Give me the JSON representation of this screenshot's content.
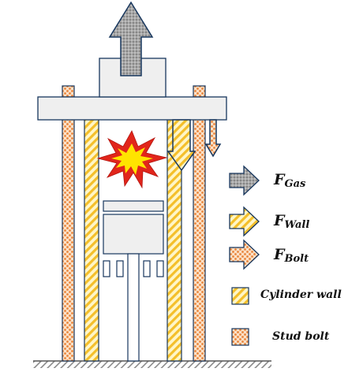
{
  "legend": {
    "f_gas": {
      "main": "F",
      "sub": "Gas"
    },
    "f_wall": {
      "main": "F",
      "sub": "Wall"
    },
    "f_bolt": {
      "main": "F",
      "sub": "Bolt"
    },
    "cylinder_wall": "Cylinder wall",
    "stud_bolt": "Stud bolt"
  },
  "colors": {
    "gas_arrow_fill": "#9a9a9a",
    "wall_stripe": "#f4bf2a",
    "wall_bg": "#fff6c8",
    "bolt_dot": "#e9843a",
    "bolt_bg": "#fbe0c6",
    "outline": "#17365d",
    "head_fill": "#efefef",
    "explosion_outer": "#e1251b",
    "explosion_inner": "#ffe400"
  },
  "icons": [
    "explosion-icon",
    "gas-force-arrow-icon",
    "wall-force-arrow-icon",
    "bolt-force-arrow-icon"
  ]
}
